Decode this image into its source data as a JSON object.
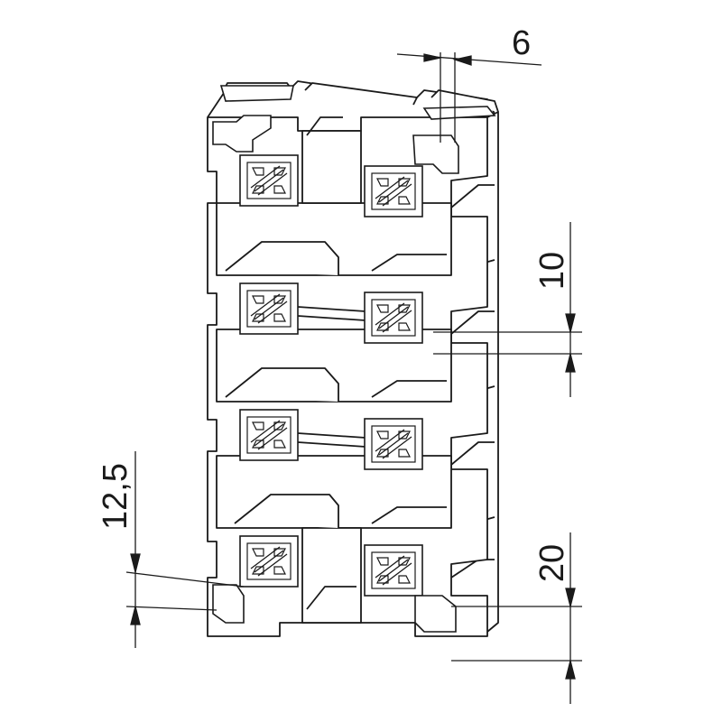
{
  "drawing": {
    "line_color": "#1a1a1a",
    "face_color": "#ffffff",
    "dimensions": {
      "slot_width": "6",
      "pitch": "10",
      "offset": "12,5",
      "edge": "20"
    }
  }
}
